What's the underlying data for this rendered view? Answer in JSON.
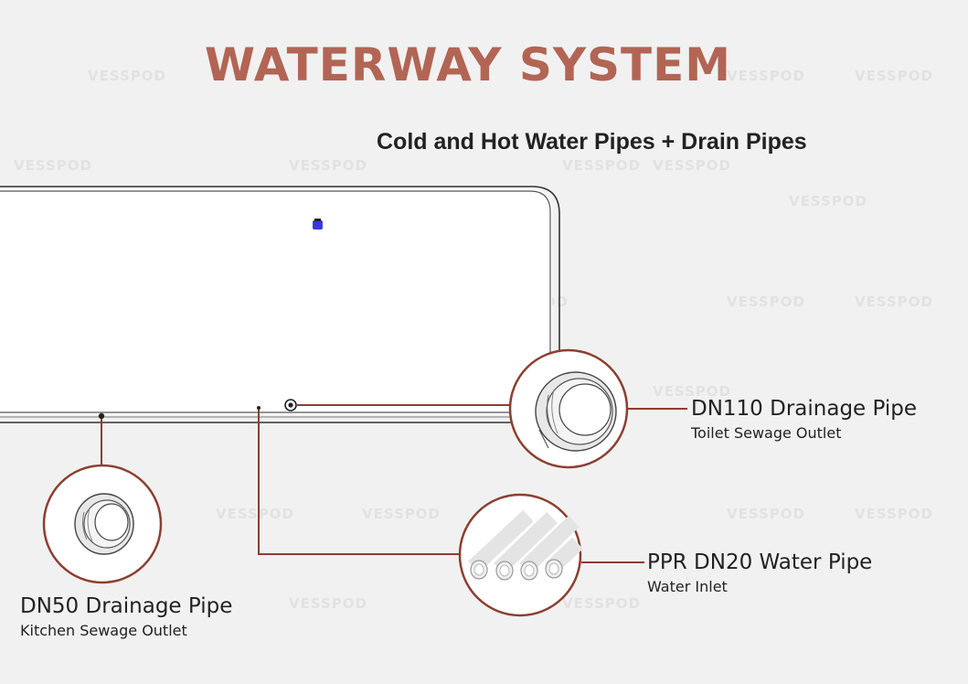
{
  "header": {
    "title": "WATERWAY SYSTEM",
    "subtitle": "Cold and Hot Water Pipes + Drain Pipes"
  },
  "watermark": "VESSPOD",
  "callouts": {
    "dn110": {
      "title": "DN110 Drainage Pipe",
      "subtitle": "Toilet Sewage Outlet"
    },
    "ppr": {
      "title": "PPR DN20 Water Pipe",
      "subtitle": "Water Inlet"
    },
    "dn50": {
      "title": "DN50 Drainage Pipe",
      "subtitle": "Kitchen Sewage Outlet"
    }
  },
  "colors": {
    "accent": "#b26554",
    "leader": "#8b3f30",
    "background": "#f1f1f1",
    "marker": "#3a3ad8"
  }
}
